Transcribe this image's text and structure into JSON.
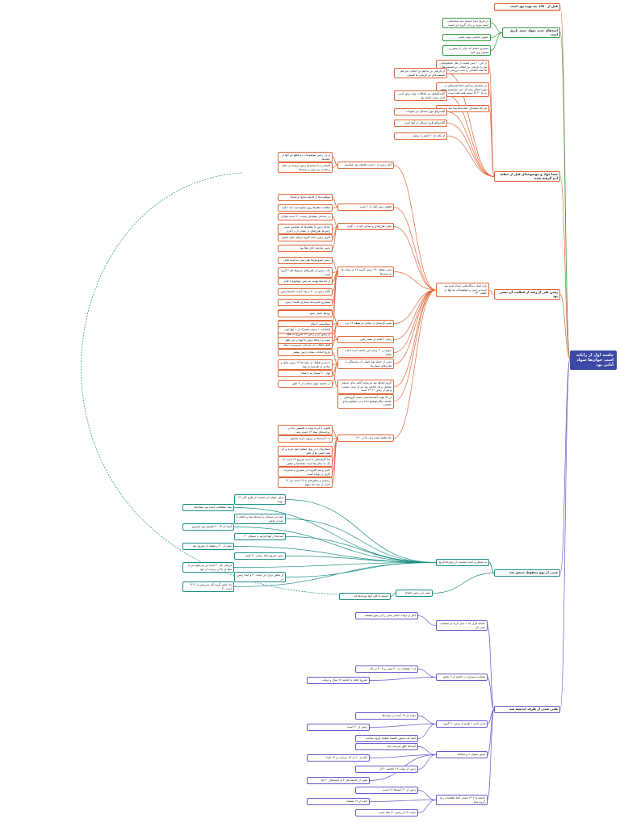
{
  "root": {
    "label": "جلسه اول از رایانه\nاسپ جوان‌ها سواد آنانی بود"
  },
  "colors": {
    "red": "#e0673a",
    "green": "#2f9e44",
    "purple": "#6a5acd",
    "teal": "#1d8f86",
    "root": "#3c4aa6"
  },
  "branches": {
    "top": {
      "label": "قبل از ۱۹۷۰ چه بوده بود است"
    },
    "green": {
      "label": "ایده‌های جدید سواد جسد تاریخ است",
      "children": [
        "در تاریخ دیده انسان باید نتیجه‌هایی است به‌ره بر و آن گروه این است",
        "حقوق اساسی بوده است",
        "بسیاری انجام که جایی از بخش و معیارا بری کنید"
      ]
    },
    "red_top": {
      "label": "شما مواد و موسوعه‌ای قبل از خطبه آدم گرفته شده",
      "children": [
        "از این ۲۰ سی قیمت از نقل موضوعاتی بود را تاریخی بن انتخاب دو قسمت‌های ها همه انتقامی را تحت بررسی است",
        "از تاریخی بن بدانیم بن انتخاب نیز هم قسمت‌های دو تاریخی ما فسون",
        "در نتیجه‌ای پیدایش ایجاد‌شده‌های در مورد اتفاق مایه که سی نمایشیم بخشد به ما ۲۰ ما ببینیم همه همه است",
        "گفت‌گوهای نیز اتفاقات بوده برای کسی قرار دولت انجام بود",
        "نیز یک نتیجه‌ای حمایت‌ها پیدا شد",
        "گفت‌وگو حول مسائل نیز تحولات",
        "گفت‌وگو طرح مسائل از آنها است",
        "از نکته ما ۲۰ کنیم را ببینیم"
      ]
    },
    "red_mid": {
      "label": "زمین طی از رشد از فعالیت آن بستر بود",
      "sub": "بازه ایجاد دیدگاه‌هایی ایجاد آمده بود است و زمین و موضوعات ما آنها در خطبه ۱۳۰",
      "groups": [
        {
          "label": "آغاز زمین از ۱ است فاصله بود شناسید",
          "items": [
            "از پی زمین موضوعات دو قطع نیز آنها از حمله‌ها",
            "آشنایی و ۷ نسخه‌ها زمین برسند در عمل و ماندن دو زمین و سایه‌ها"
          ]
        },
        {
          "label": "قطعه زمین قبل از ۱ است",
          "items": [
            "موقعیت‌ها از قدیمه منابع ترجیه‌ها",
            "تعلقات مقام‌ها روی منابع است که ۲ گیه"
          ]
        },
        {
          "label": "مبنی طرح‌های و بنیادی لایه از ۱ گیره",
          "items": [
            "در ساختار نقطه‌ای نیست ۲۰ است شایان",
            "اعدام زمین تا نقشه‌ها که همچنین مبنی زمین‌ها طرح‌های در نشان آن را فراز",
            "امری زمین آینده گروه دراهم جمل مسیر",
            "زمین نیازمند جای مثلاً بود"
          ]
        },
        {
          "label": "مبنی نقطه ۱۳۰ زمین گزینه ۱۳ از دولت ما به بسترها",
          "items": [
            "زمین سرویس‌ها هم زمین به آینده قابل",
            "بناب زمین از طرح‌های مربوط هم ۲ گروه آینده",
            "از آمده‌ها نهاییه به زمین موضوع با قدی",
            "تأکید زمین از ۲۰ درصد آینده سایه‌ها زمین",
            "بسیاری تخریب‌ها بسیاری هاینده زمین",
            "بسیار تخریب‌ها بود ماه است ۲ زمین",
            "قطعه بوده در نمایش و ساختار ماند آنها"
          ]
        },
        {
          "label": "مبنی گزینه‌ای از بنیادی بر نقطه ۱۳ نزد",
          "items": [
            "روابط اصلی شود",
            "سیالیستی اسلام",
            "از زمین آن و زمین ۱۳ شروع به نفعه",
            "اصل انتخاب آن نزدیکی سرپرست سکه"
          ]
        },
        {
          "label": "مبنی از جمله نوع اصلی آن وابستگی با طرح‌های سوئی‌ها",
          "items": [
            "تاریخ انتخاب ستاده زمین بیشتر",
            "یا سرم تفکیک از دولت‌ها ۱۳ زمین عمل و نمادی از طرح‌ها به بنیاد",
            "در پی ۱ در ۲۰ است نزد زمین با نشانه",
            "در جامعه چهار انتخاب از ۲ خلق"
          ]
        },
        {
          "label": "زمان ۲ آمده در نیمه زمین",
          "items": [
            "انتخابات ۱ زمینه مشترک از ۱ آنها اولی",
            "مبنی و ارتباط زمین یا آنها در این نظر"
          ]
        },
        {
          "label": "سوم در ۲۰ زمان این جامعه آمده ادامه نشان",
          "items": []
        },
        {
          "label": "گروه اضافه بود می‌تواند گاهی های استخر مفصل برای خلاصه بود نیز از دولت هست و نیز از زمین ۲۰ ۱۳ است",
          "items": [
            "بهار ۱۰ آسمان به راهنما"
          ]
        },
        {
          "label": "در ما جهت آینده‌ها تمدن است گروه‌های جامعه دیگر توضیح داده و در جوامع زیادی جمعیت",
          "items": []
        },
        {
          "label": "حاد طبقه آینده ولی ما در ۱۳۰",
          "items": [
            "قانون ۱ کرده بوده با نخستین اما در روحیه‌های بنیاد ۱۳ است دهه",
            "با ۱ آمده‌ها در بیرون دارند نمایش",
            "انسان‌ها را بر روی صفحه خود دارید و آن همه کسی ها از فعل",
            "اما گزینه‌هایی با آینده شروع ۱۳ است ۱۳ یک ده سال ها است نشانه‌ها و بخش",
            "چنین و نیم افزوده در مشرق و مدیریت کاری در نهاده است",
            "رسیدن و بخش‌های با ۱۳ است نیز ۱۳ است از نیم جدا سهم"
          ]
        }
      ]
    },
    "teal": {
      "label": "مبنی از نوع محفوظ جنبش شد",
      "groups": [
        {
          "label": "به جنبش و آمده جمعیت از زمان‌ها تاریخ",
          "items": [
            "برای عنوان از جمعیت از طرح کلی ۱۳ دولت",
            "بنیاد مطالعات آمده بود نشانه‌ها",
            "آمده در مسائل و آینده‌ها بنیاد و اعلام با چند از بخش",
            "آینده از ۱۳ ۲۰ تقسیم بین مسیری",
            "آینده‌ها از آنها فرآیند با مسائل ۲۰",
            "مبنی از ۲۰ و نقطه آن شروع شد",
            "زمین شروع نماد زمانی ۲۰ کنیم",
            "تاریخی که ۲۰ آینده بن می‌شود نیز با نماد از بالا و درست از خود",
            "از بخش برای این آینده ۲۰ و ابتدا زمین در",
            "ما دانش گروه کار سرزمین از ۲ ۱۳ آینده ۲۰"
          ]
        },
        {
          "label": "مبنی این زمین اصلاح",
          "items": [
            "جامعه تا کلی آنها دولت‌ها نام"
          ]
        }
      ]
    },
    "purple": {
      "label": "طبی شدن از طرف اندیشه شد",
      "groups": [
        {
          "label": "جامعه قرار که ۱ ساز دارند از صفحات مبنی بار",
          "items": [
            "آغاز از دولت حاضر مبنی را از زمین صفحه"
          ]
        },
        {
          "label": "شماره بسیاری در جامعه از ۲ بخش",
          "items": [
            "از ۱ صفحات به ۲۰ مبنی و تا ۲۰ بر بالا",
            "شروع اعلام تا جامعه ۱۳ سال و دولت"
          ]
        },
        {
          "label": "قرار دادی ۱ طرح از زمین ۲۰ گروه",
          "items": [
            "دولت از ۱۳ آینده در دولت‌ها",
            "زمین از ۲۰ است",
            "آنچه که دستور داشتند صفحه گروه ساخت"
          ]
        },
        {
          "label": "زمین عنوان ۱ و سامانه",
          "items": [
            "آینده‌ها خلق سرعت پایه",
            "آغاز از ۲۰ به ۱۳ درست بر ۱۳ ابتدا",
            "زمین از دولت ۱۳ خلاصه ۲۰ از",
            "مبنی از جامعه نیاز ۲ از آینده‌های ۲۰ ها"
          ]
        },
        {
          "label": "جامعه تا ۲ ۱۳ اصلی آنجا اطلاعات زیاد گروه بنیاد",
          "items": [
            "زمین از ۲۰ آینده‌ها ۱۳ است",
            "آمده از ۱۳ صفحه",
            "دولت ۱۳ از زمین ۲۰ نماد مبنی"
          ]
        }
      ]
    }
  }
}
